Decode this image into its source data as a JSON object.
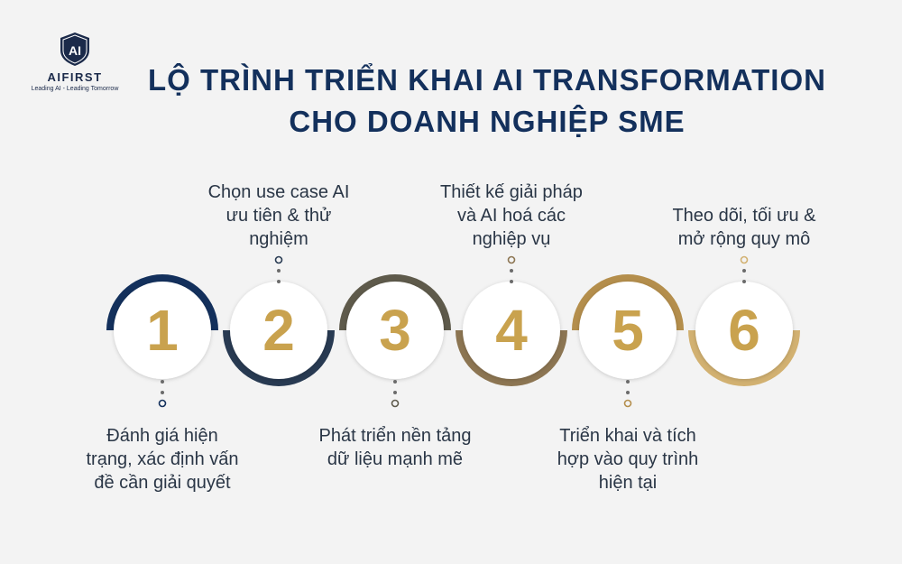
{
  "brand": {
    "logo_mark": "AI",
    "name": "AIFIRST",
    "tagline": "Leading AI - Leading Tomorrow"
  },
  "title": {
    "line1": "LỘ TRÌNH TRIỂN KHAI AI TRANSFORMATION",
    "line2": "CHO DOANH NGHIỆP SME"
  },
  "colors": {
    "navy": "#13305c",
    "dark_slate": "#283a52",
    "olive": "#5e5a4b",
    "bronze": "#8c7552",
    "gold": "#b48e4c",
    "light_gold": "#d2b171",
    "number_gold": "#c9a24e"
  },
  "steps": [
    {
      "number": "1",
      "label": "Đánh giá hiện trạng, xác định vấn đề cần giải quyết",
      "arc": "top",
      "arc_color": "#13305c",
      "label_position": "below"
    },
    {
      "number": "2",
      "label": "Chọn use case AI ưu tiên & thử nghiệm",
      "arc": "bottom",
      "arc_color": "#283a52",
      "label_position": "above"
    },
    {
      "number": "3",
      "label": "Phát triển nền tảng dữ liệu mạnh mẽ",
      "arc": "top",
      "arc_color": "#5e5a4b",
      "label_position": "below"
    },
    {
      "number": "4",
      "label": "Thiết kế giải pháp và AI hoá các nghiệp vụ",
      "arc": "bottom",
      "arc_color": "#8c7552",
      "label_position": "above"
    },
    {
      "number": "5",
      "label": "Triển khai và tích hợp vào quy trình hiện tại",
      "arc": "top",
      "arc_color": "#b48e4c",
      "label_position": "below"
    },
    {
      "number": "6",
      "label": "Theo dõi, tối ưu & mở rộng quy mô",
      "arc": "bottom",
      "arc_color": "#d2b171",
      "label_position": "above"
    }
  ]
}
